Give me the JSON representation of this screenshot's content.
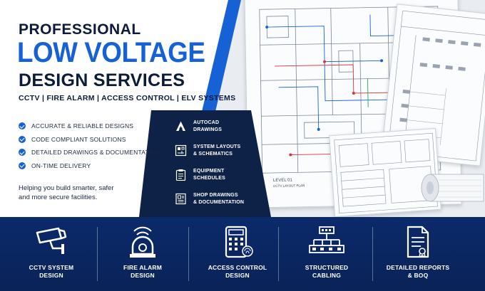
{
  "headline": {
    "line1": "PROFESSIONAL",
    "line2": "LOW VOLTAGE",
    "line3": "DESIGN SERVICES",
    "systems": "CCTV | FIRE ALARM | ACCESS CONTROL | ELV SYSTEMS"
  },
  "features": [
    "ACCURATE & RELIABLE DESIGNS",
    "CODE COMPLIANT SOLUTIONS",
    "DETAILED DRAWINGS & DOCUMENTATION",
    "ON-TIME DELIVERY"
  ],
  "tagline": {
    "line1": "Helping you build smarter, safer",
    "line2": "and more secure facilities."
  },
  "services": [
    {
      "line1": "AUTOCAD",
      "line2": "DRAWINGS",
      "icon": "autocad-icon"
    },
    {
      "line1": "SYSTEM LAYOUTS",
      "line2": "& SCHEMATICS",
      "icon": "layout-icon"
    },
    {
      "line1": "EQUIPMENT",
      "line2": "SCHEDULES",
      "icon": "clipboard-icon"
    },
    {
      "line1": "SHOP DRAWINGS",
      "line2": "& DOCUMENTATION",
      "icon": "shop-drawing-icon"
    }
  ],
  "categories": [
    {
      "line1": "CCTV SYSTEM",
      "line2": "DESIGN",
      "icon": "cctv-camera-icon"
    },
    {
      "line1": "FIRE ALARM",
      "line2": "DESIGN",
      "icon": "fire-alarm-icon"
    },
    {
      "line1": "ACCESS CONTROL",
      "line2": "DESIGN",
      "icon": "keypad-icon"
    },
    {
      "line1": "STRUCTURED",
      "line2": "CABLING",
      "icon": "network-switch-icon"
    },
    {
      "line1": "DETAILED REPORTS",
      "line2": "& BOQ",
      "icon": "report-icon"
    }
  ],
  "drawing_labels": {
    "level": "LEVEL 01",
    "plan": "CCTV LAYOUT PLAN"
  },
  "colors": {
    "accent_blue": "#1761d6",
    "navy": "#0c1b3a",
    "band": "#0b2a6b",
    "dark_panel": "#0e2247"
  }
}
